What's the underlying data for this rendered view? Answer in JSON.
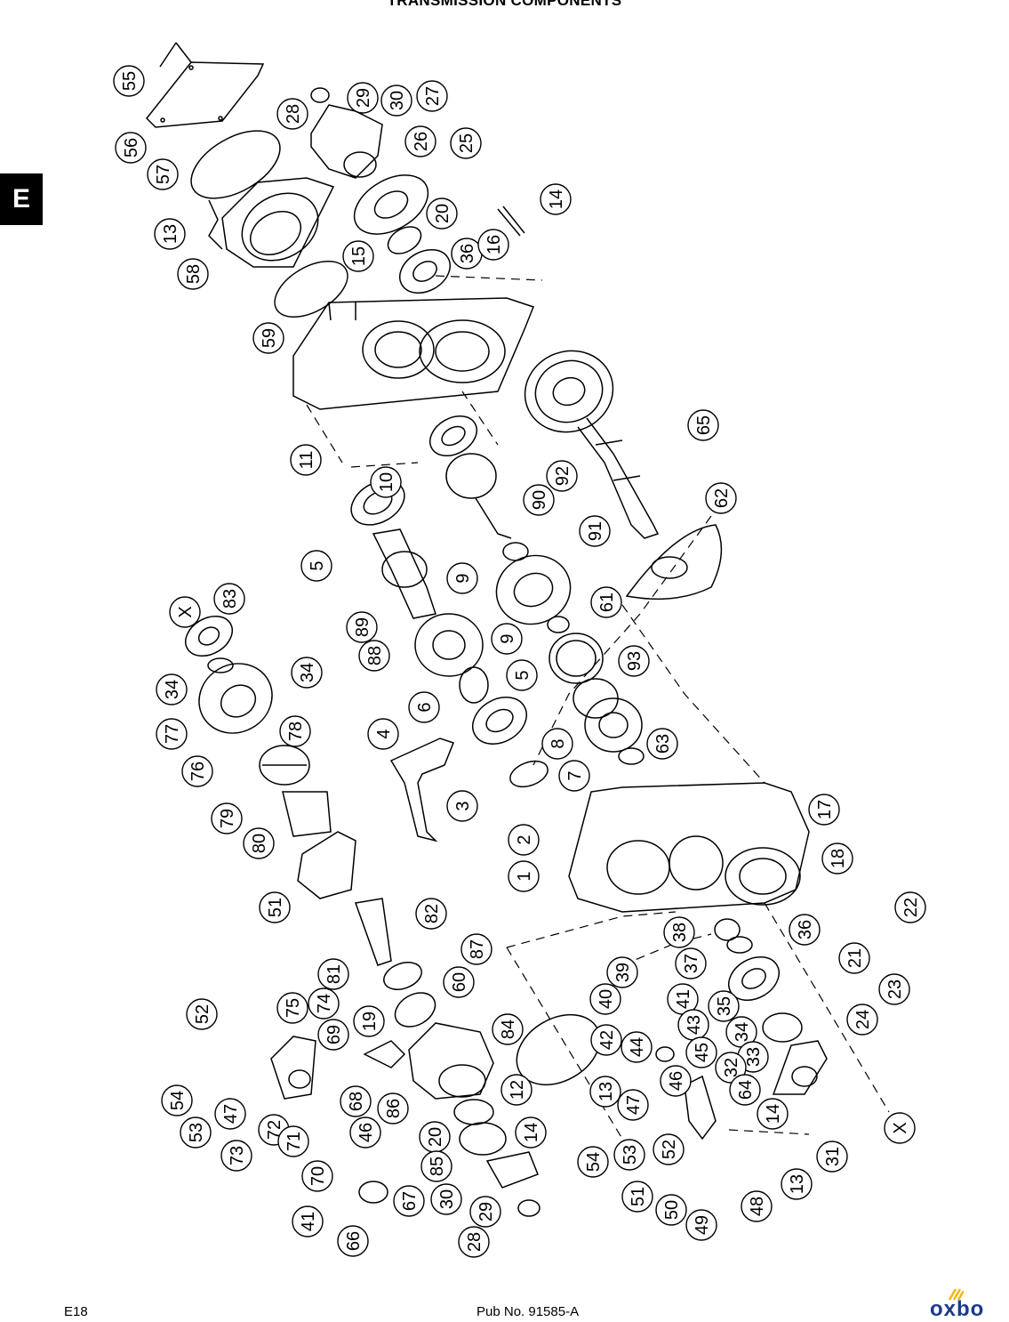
{
  "header": {
    "title": "TRANSMISSION COMPONENTS"
  },
  "section_tab": "E",
  "footer": {
    "page": "E18",
    "pub": "Pub No. 91585-A",
    "logo": "oxbo",
    "logo_color": "#1a3b8c",
    "logo_mark_color": "#f2b705"
  },
  "callouts": [
    "55",
    "56",
    "57",
    "13",
    "58",
    "28",
    "29",
    "30",
    "27",
    "26",
    "25",
    "20",
    "36",
    "15",
    "59",
    "16",
    "14",
    "11",
    "10",
    "5",
    "90",
    "92",
    "65",
    "62",
    "9",
    "91",
    "89",
    "88",
    "6",
    "5",
    "61",
    "9",
    "93",
    "8",
    "63",
    "7",
    "83",
    "X",
    "34",
    "77",
    "34",
    "76",
    "78",
    "79",
    "80",
    "4",
    "3",
    "2",
    "1",
    "17",
    "18",
    "22",
    "51",
    "82",
    "81",
    "38",
    "37",
    "36",
    "21",
    "23",
    "24",
    "39",
    "40",
    "41",
    "42",
    "43",
    "44",
    "35",
    "34",
    "33",
    "45",
    "32",
    "46",
    "64",
    "14",
    "31",
    "87",
    "60",
    "84",
    "12",
    "13",
    "14",
    "47",
    "54",
    "53",
    "52",
    "51",
    "50",
    "49",
    "48",
    "13",
    "X",
    "19",
    "86",
    "68",
    "69",
    "75",
    "74",
    "52",
    "54",
    "53",
    "47",
    "73",
    "72",
    "71",
    "70",
    "46",
    "41",
    "66",
    "67",
    "20",
    "85",
    "30",
    "29",
    "28"
  ]
}
